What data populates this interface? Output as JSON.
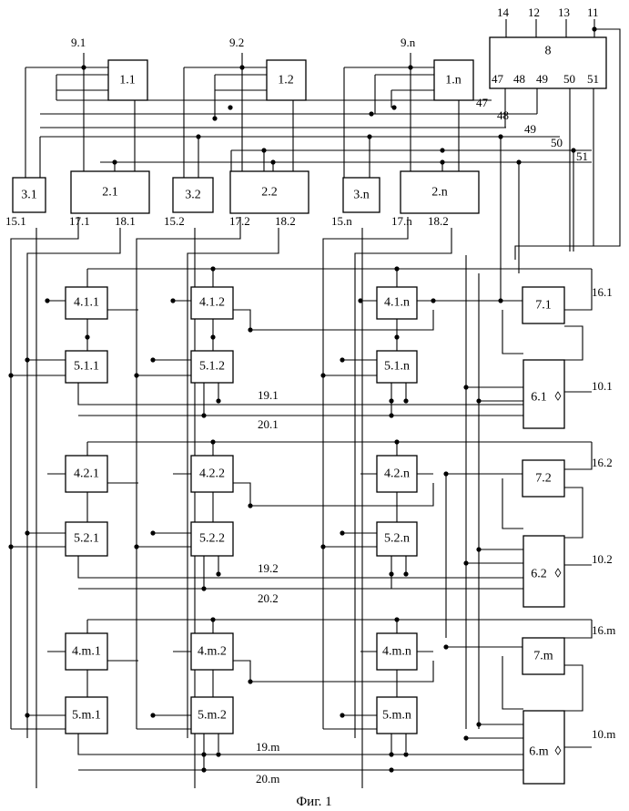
{
  "caption": "Фиг. 1",
  "blocks": {
    "b1_1": "1.1",
    "b1_2": "1.2",
    "b1_n": "1.n",
    "b2_1": "2.1",
    "b2_2": "2.2",
    "b2_n": "2.n",
    "b3_1": "3.1",
    "b3_2": "3.2",
    "b3_n": "3.n",
    "b8": "8",
    "b4_1_1": "4.1.1",
    "b4_1_2": "4.1.2",
    "b4_1_n": "4.1.n",
    "b5_1_1": "5.1.1",
    "b5_1_2": "5.1.2",
    "b5_1_n": "5.1.n",
    "b4_2_1": "4.2.1",
    "b4_2_2": "4.2.2",
    "b4_2_n": "4.2.n",
    "b5_2_1": "5.2.1",
    "b5_2_2": "5.2.2",
    "b5_2_n": "5.2.n",
    "b4_m_1": "4.m.1",
    "b4_m_2": "4.m.2",
    "b4_m_n": "4.m.n",
    "b5_m_1": "5.m.1",
    "b5_m_2": "5.m.2",
    "b5_m_n": "5.m.n",
    "b6_1": "6.1",
    "b6_2": "6.2",
    "b6_m": "6.m",
    "b7_1": "7.1",
    "b7_2": "7.2",
    "b7_m": "7.m"
  },
  "labels": {
    "in_9_1": "9.1",
    "in_9_2": "9.2",
    "in_9_n": "9.n",
    "top_14": "14",
    "top_12": "12",
    "top_13": "13",
    "top_11": "11",
    "p47": "47",
    "p48": "48",
    "p49": "49",
    "p50": "50",
    "p51": "51",
    "w47": "47",
    "w48": "48",
    "w49": "49",
    "w50": "50",
    "w51": "51",
    "o15_1": "15.1",
    "o17_1": "17.1",
    "o18_1": "18.1",
    "o15_2": "15.2",
    "o17_2": "17.2",
    "o18_2": "18.2",
    "o15_n": "15.n",
    "o17_n": "17.n",
    "o18_n": "18.2",
    "b19_1": "19.1",
    "b20_1": "20.1",
    "b19_2": "19.2",
    "b20_2": "20.2",
    "b19_m": "19.m",
    "b20_m": "20.m",
    "r16_1": "16.1",
    "r16_2": "16.2",
    "r16_m": "16.m",
    "r10_1": "10.1",
    "r10_2": "10.2",
    "r10_m": "10.m",
    "d6_1": "◊",
    "d6_2": "◊",
    "d6_m": "◊"
  }
}
